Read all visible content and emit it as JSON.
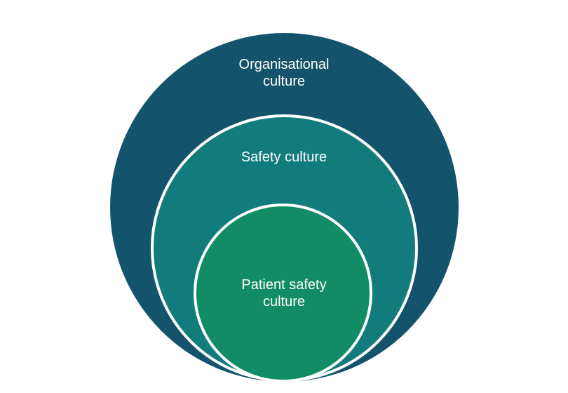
{
  "diagram": {
    "outer": {
      "line1": "Organisational",
      "line2": "culture",
      "color": "#14536c"
    },
    "middle": {
      "line1": "Safety culture",
      "color": "#127c7c"
    },
    "inner": {
      "line1": "Patient safety",
      "line2": "culture",
      "color": "#128c65"
    }
  }
}
